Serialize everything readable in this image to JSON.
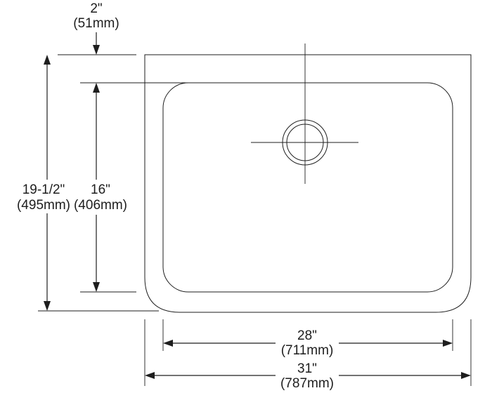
{
  "dimensions": {
    "top_offset": {
      "imperial": "2\"",
      "metric": "(51mm)"
    },
    "overall_depth": {
      "imperial": "19-1/2\"",
      "metric": "(495mm)"
    },
    "bowl_depth": {
      "imperial": "16\"",
      "metric": "(406mm)"
    },
    "bowl_width": {
      "imperial": "28\"",
      "metric": "(711mm)"
    },
    "overall_width": {
      "imperial": "31\"",
      "metric": "(787mm)"
    }
  }
}
